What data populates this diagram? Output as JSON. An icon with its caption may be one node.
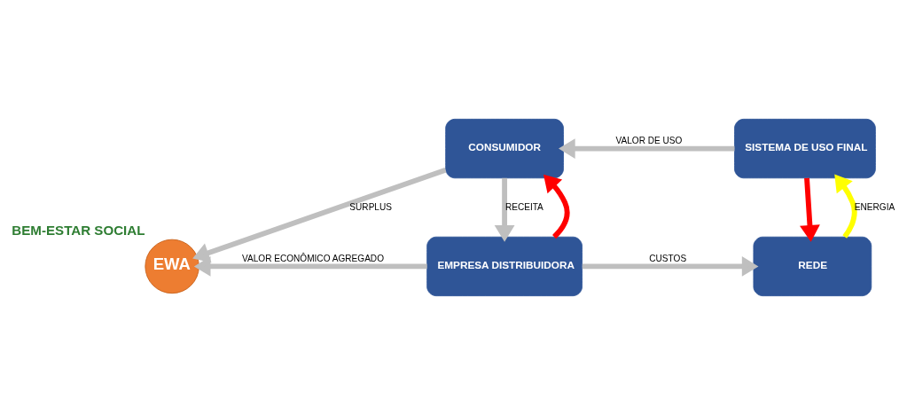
{
  "diagram": {
    "nodes": [
      {
        "text": [
          "CONSUMIDOR"
        ]
      },
      {
        "text": [
          "SISTEMA DE USO FINAL"
        ]
      },
      {
        "text": [
          "EWA"
        ],
        "beside": [
          "BEM-ESTAR SOCIAL"
        ]
      },
      {
        "text": [
          "EMPRESA DISTRIBUIDORA"
        ]
      },
      {
        "text": [
          "REDE"
        ]
      }
    ],
    "edges": [
      {
        "from": 1,
        "to": 0,
        "arrow": "to",
        "label": "VALOR DE USO"
      },
      {
        "from": 0,
        "to": 2,
        "arrow": "to",
        "label": "SURPLUS"
      },
      {
        "from": 0,
        "to": 3,
        "arrow": "to",
        "label": "RECEITA"
      },
      {
        "from": 3,
        "to": 0,
        "arrow": "to",
        "color": "#ff0000"
      },
      {
        "from": 3,
        "to": 2,
        "arrow": "to",
        "label": "VALOR ECONÔMICO AGREGADO"
      },
      {
        "from": 3,
        "to": 4,
        "arrow": "to",
        "label": "CUSTOS"
      },
      {
        "from": 4,
        "to": 1,
        "arrow": "to",
        "label": "ENERGIA",
        "color": "#ffff00"
      },
      {
        "from": 1,
        "to": 4,
        "arrow": "to",
        "color": "#ff0000"
      }
    ]
  }
}
